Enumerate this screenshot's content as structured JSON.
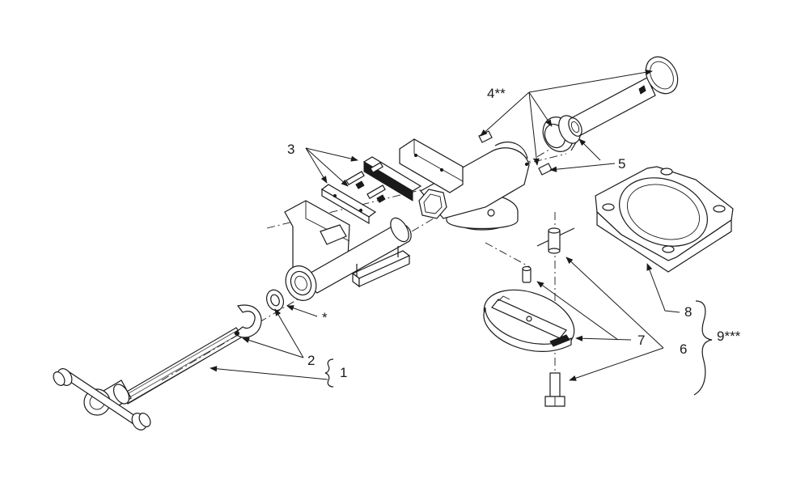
{
  "callouts": {
    "c1": "1",
    "c2": "2",
    "c3": "3",
    "c4": "4**",
    "c5": "5",
    "c6": "6",
    "c7": "7",
    "c8": "8",
    "c9": "9***",
    "star": "*"
  },
  "colors": {
    "line": "#1a1a1a",
    "background": "#ffffff"
  }
}
